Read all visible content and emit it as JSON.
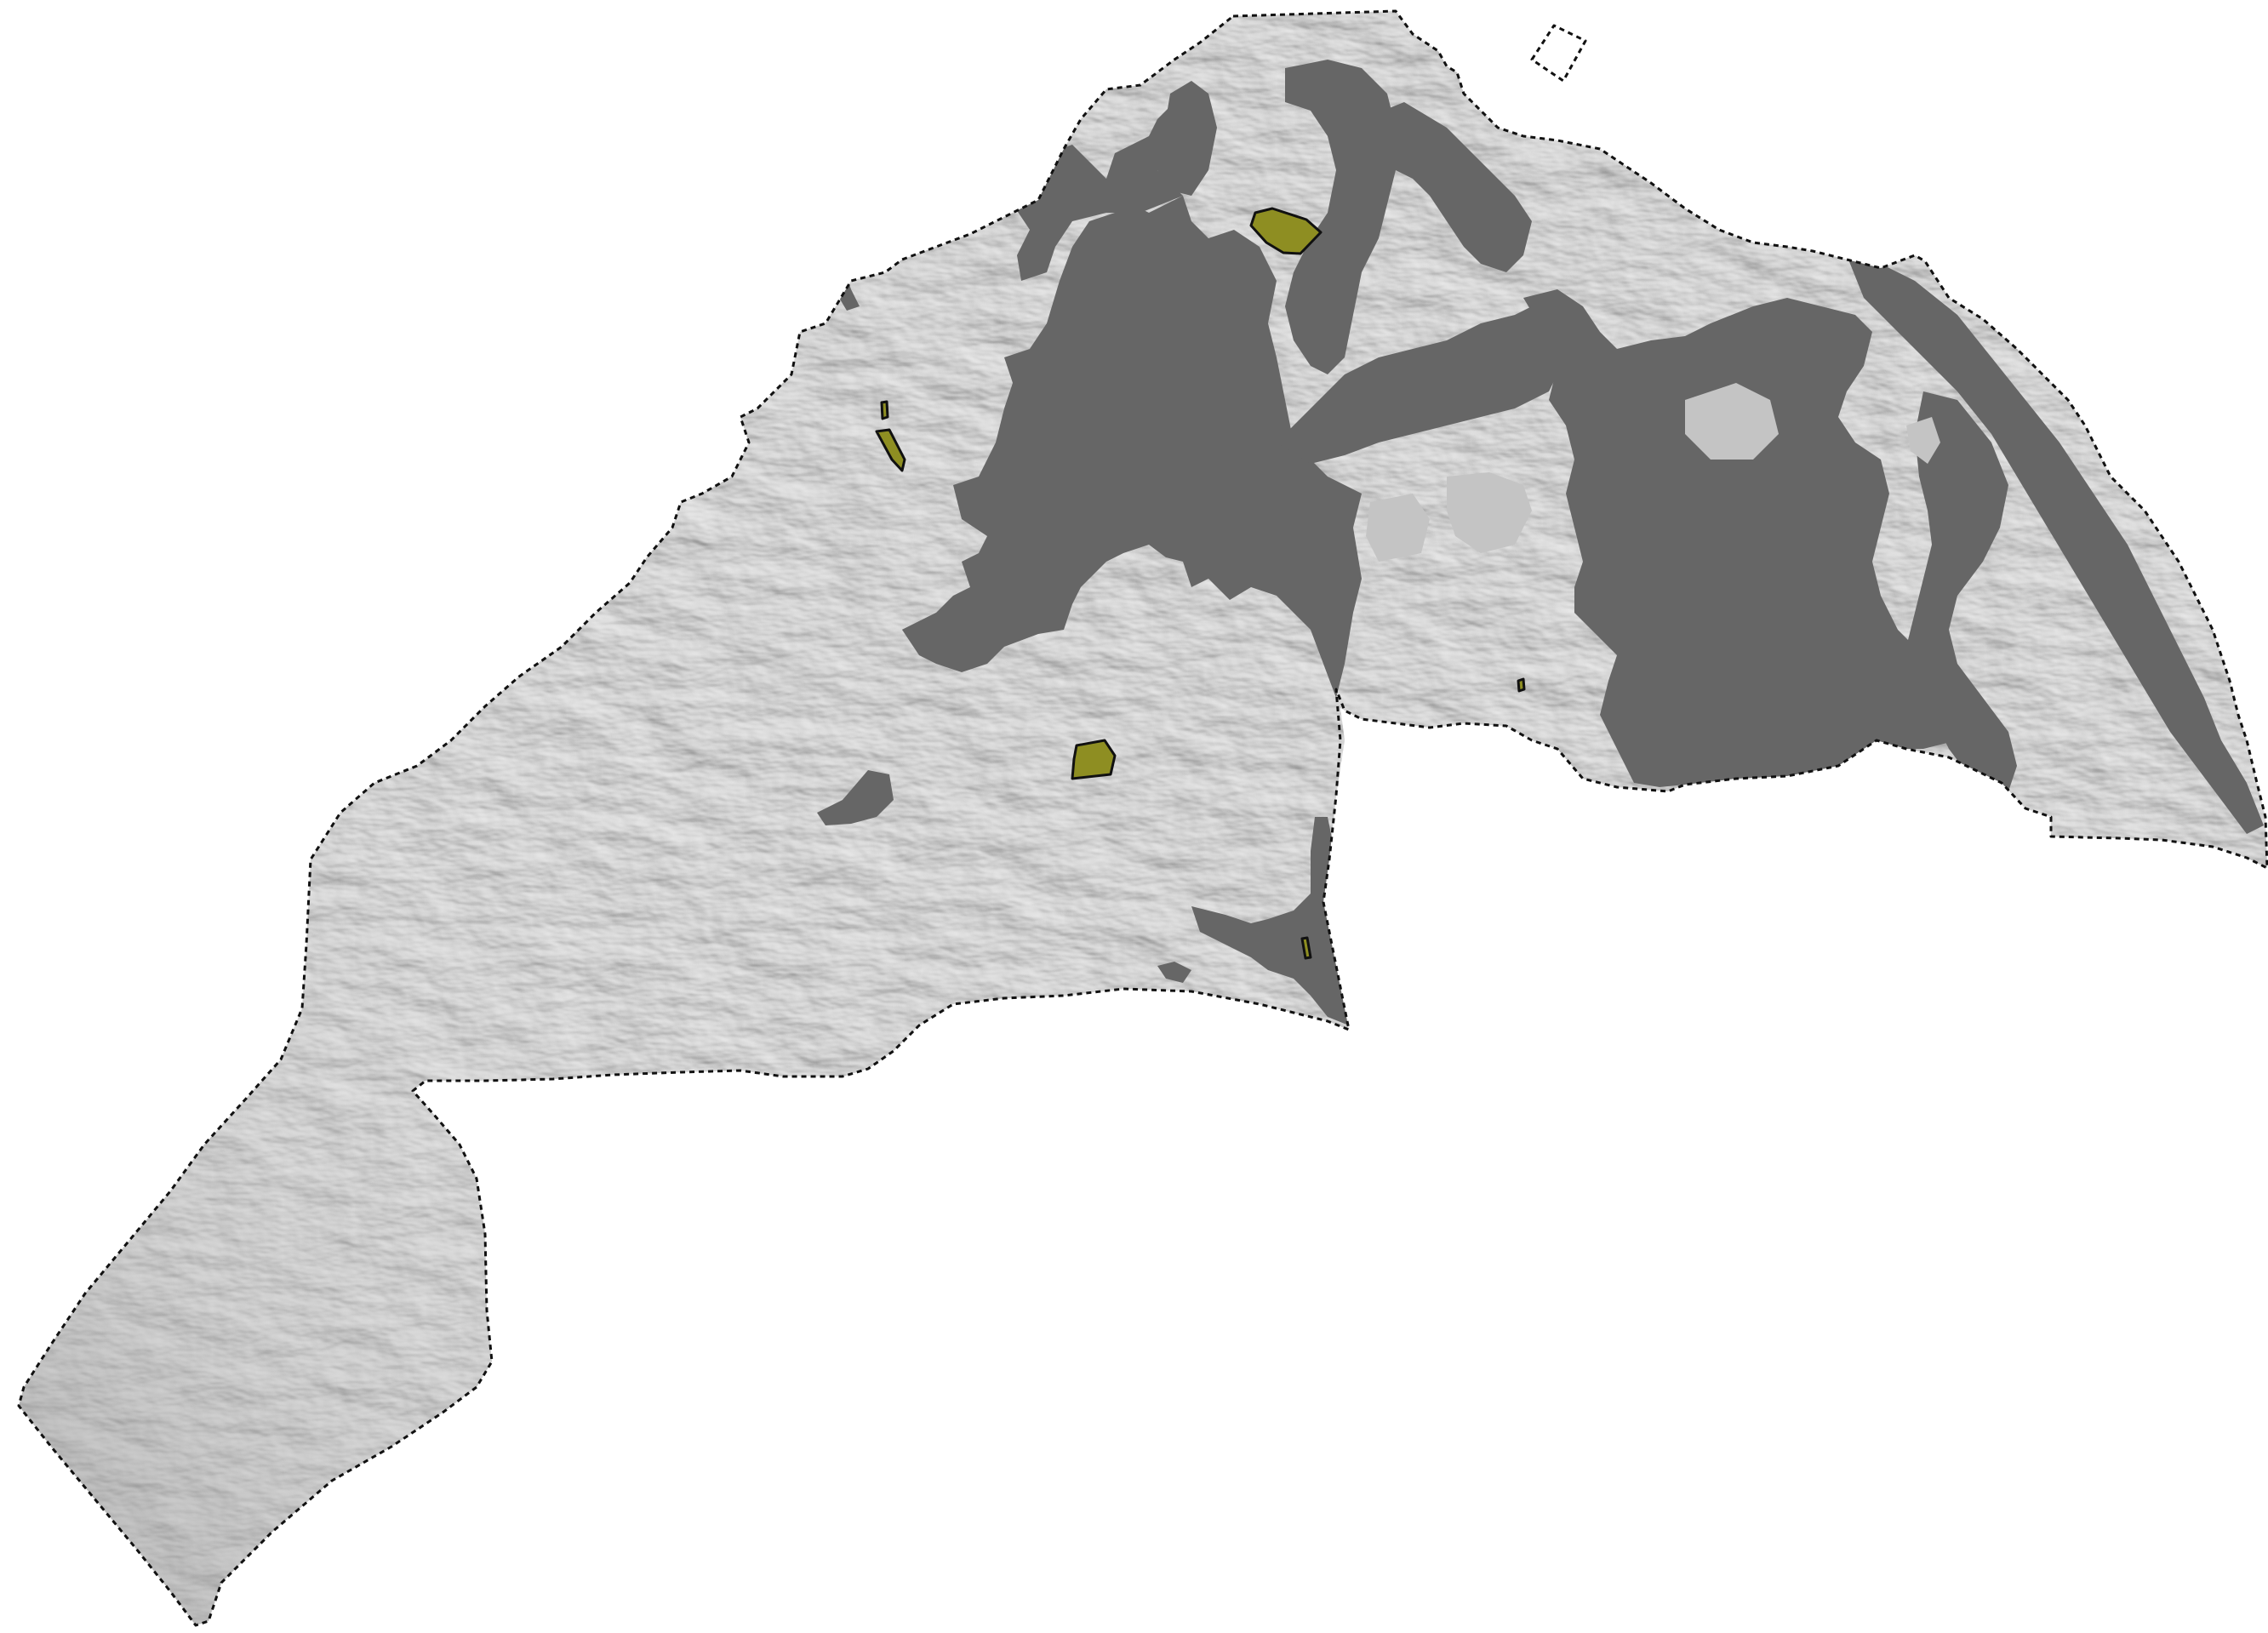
{
  "map": {
    "colors": {
      "background": "#ffffff",
      "terrain_light": "#d9d9d9",
      "terrain_mid": "#c4c4c4",
      "terrain_dark": "#9c9c9c",
      "landcover": "#666666",
      "site_fill": "#8e8e22",
      "site_stroke": "#111111",
      "boundary_stroke": "#111111"
    },
    "layers": [
      {
        "id": "hillshade",
        "label": ""
      },
      {
        "id": "landcover",
        "label": ""
      },
      {
        "id": "sites",
        "label": ""
      },
      {
        "id": "boundary",
        "label": ""
      }
    ],
    "site_count": 6
  }
}
